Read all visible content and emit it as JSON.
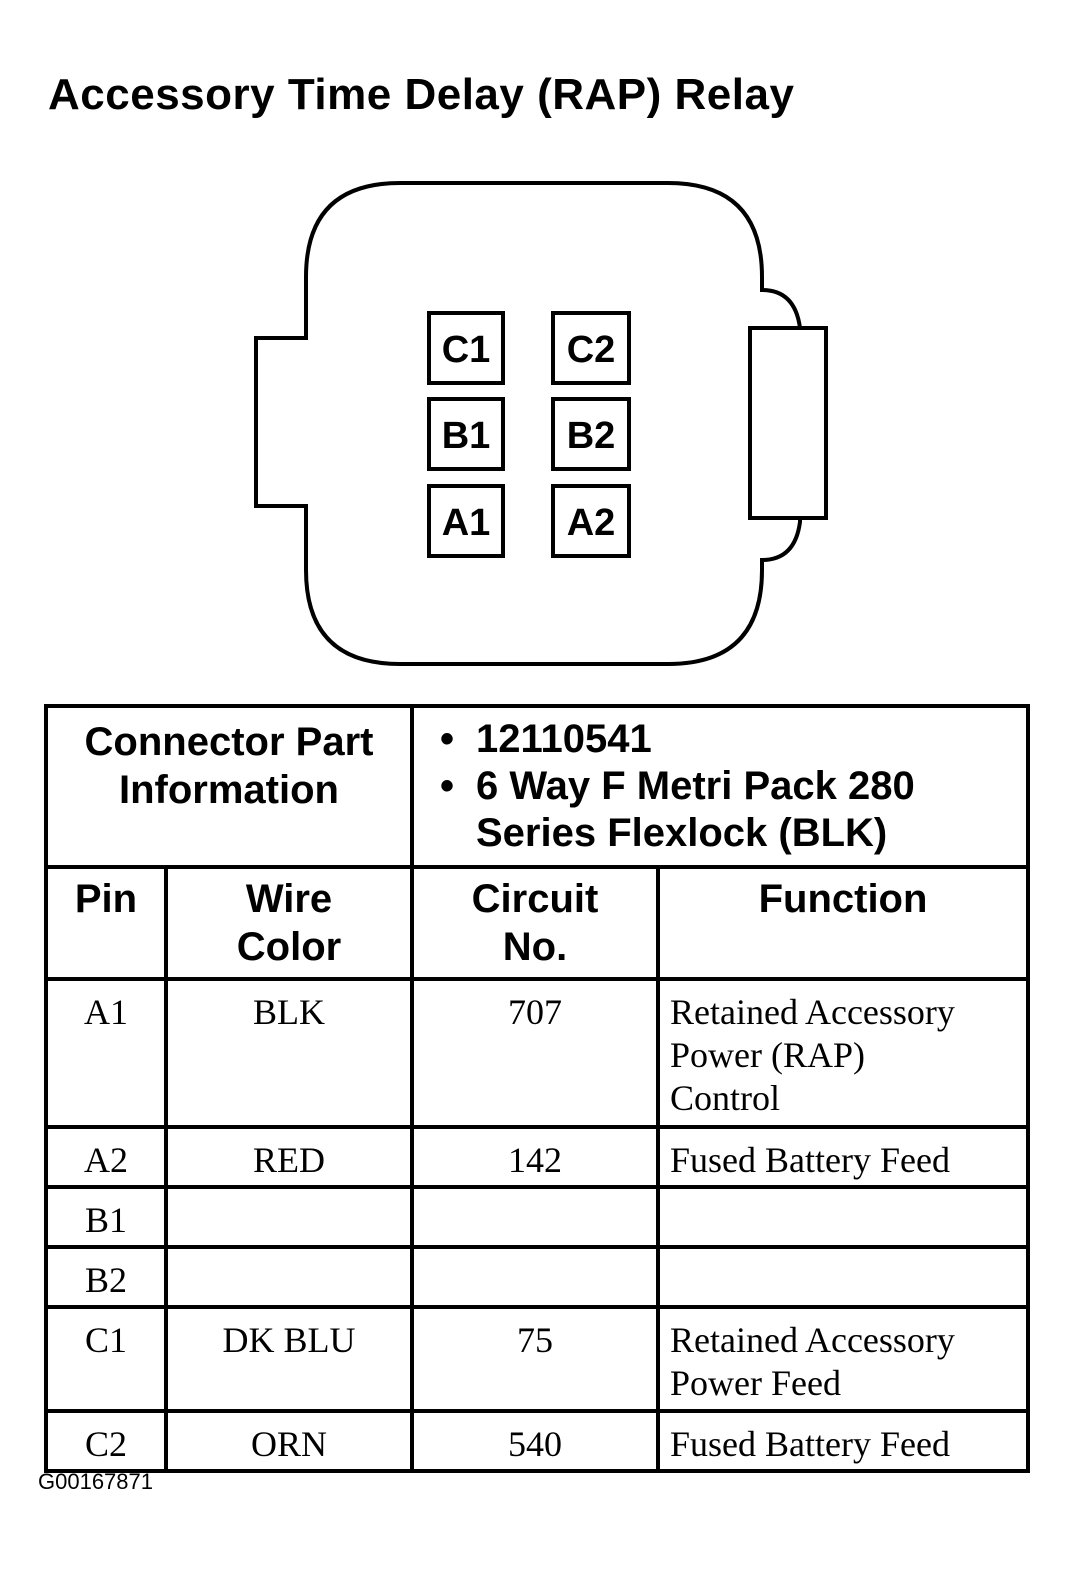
{
  "title": "Accessory Time Delay (RAP) Relay",
  "connector": {
    "pins": [
      "C1",
      "C2",
      "B1",
      "B2",
      "A1",
      "A2"
    ]
  },
  "part_info": {
    "label_line1": "Connector Part",
    "label_line2": "Information",
    "part_number": "12110541",
    "description_line1": "6 Way F Metri Pack 280",
    "description_line2": "Series Flexlock (BLK)"
  },
  "headers": {
    "pin": "Pin",
    "wire_color_line1": "Wire",
    "wire_color_line2": "Color",
    "circuit_line1": "Circuit",
    "circuit_line2": "No.",
    "function": "Function"
  },
  "rows": [
    {
      "pin": "A1",
      "wire": "BLK",
      "circuit": "707",
      "function_lines": [
        "Retained Accessory",
        "Power (RAP)",
        "Control"
      ]
    },
    {
      "pin": "A2",
      "wire": "RED",
      "circuit": "142",
      "function_lines": [
        "Fused Battery Feed"
      ]
    },
    {
      "pin": "B1",
      "wire": "",
      "circuit": "",
      "function_lines": []
    },
    {
      "pin": "B2",
      "wire": "",
      "circuit": "",
      "function_lines": []
    },
    {
      "pin": "C1",
      "wire": "DK BLU",
      "circuit": "75",
      "function_lines": [
        "Retained Accessory",
        "Power Feed"
      ]
    },
    {
      "pin": "C2",
      "wire": "ORN",
      "circuit": "540",
      "function_lines": [
        "Fused Battery Feed"
      ]
    }
  ],
  "footer_id": "G00167871"
}
